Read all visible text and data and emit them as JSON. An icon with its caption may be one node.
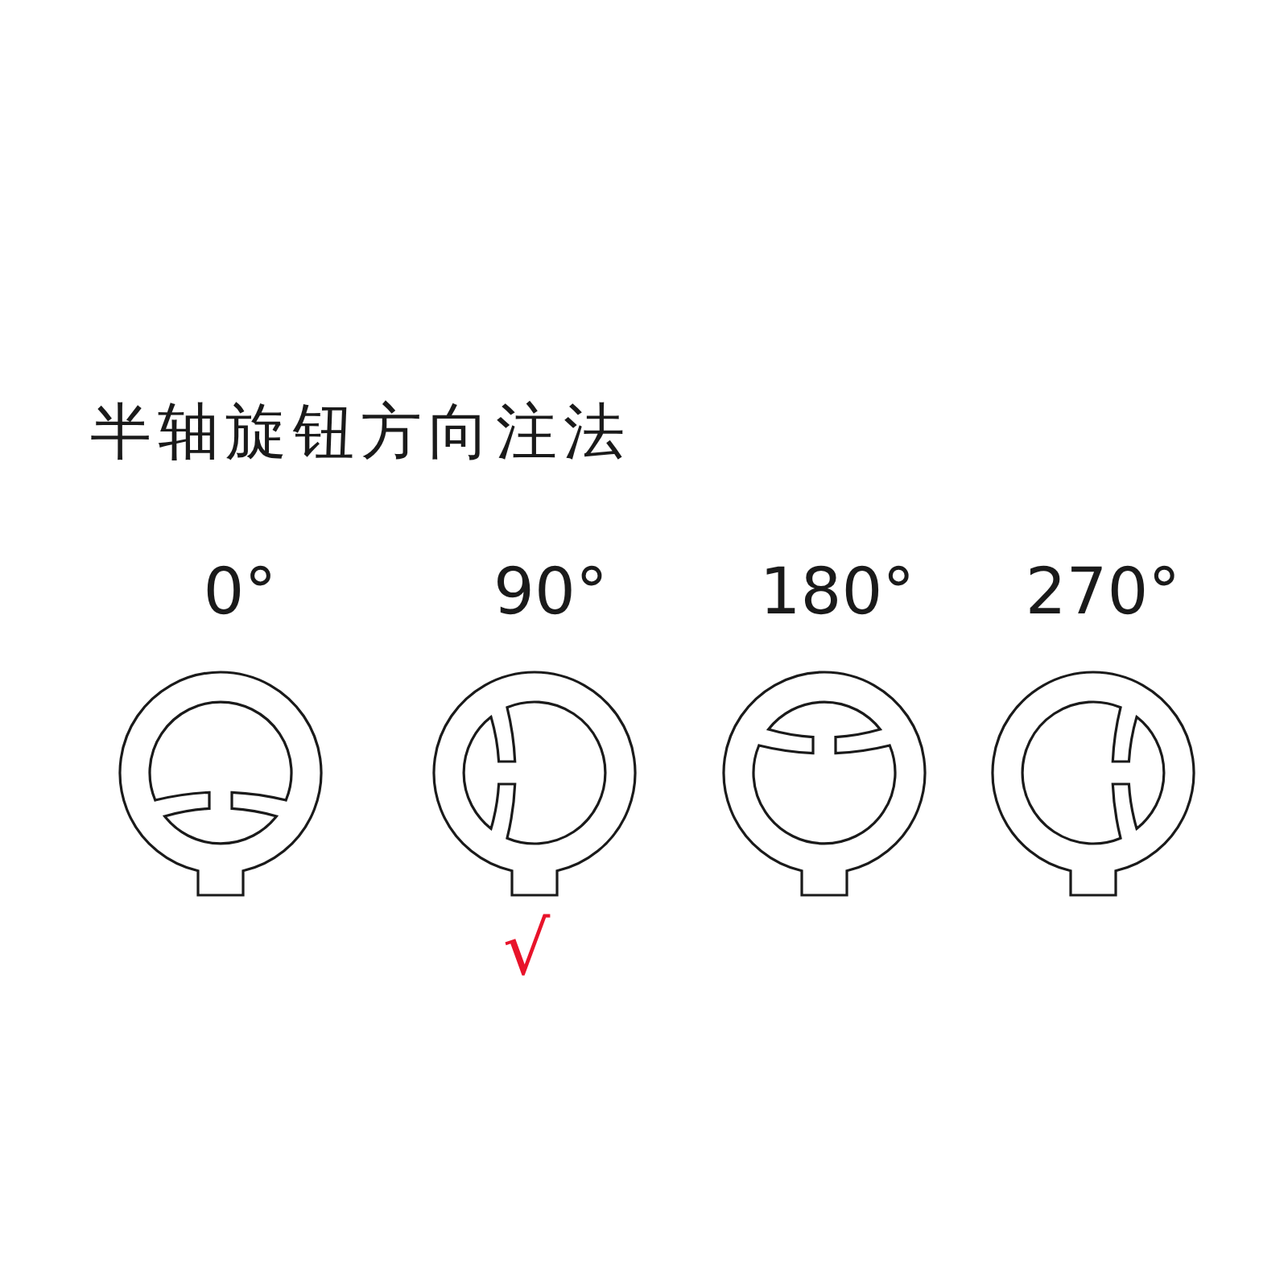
{
  "diagram": {
    "title": "半轴旋钮方向注法",
    "nodes": [
      {
        "text": [
          "0°"
        ]
      },
      {
        "text": [
          "90°"
        ],
        "beside": [
          "√"
        ]
      },
      {
        "text": [
          "180°"
        ]
      },
      {
        "text": [
          "270°"
        ]
      }
    ]
  }
}
